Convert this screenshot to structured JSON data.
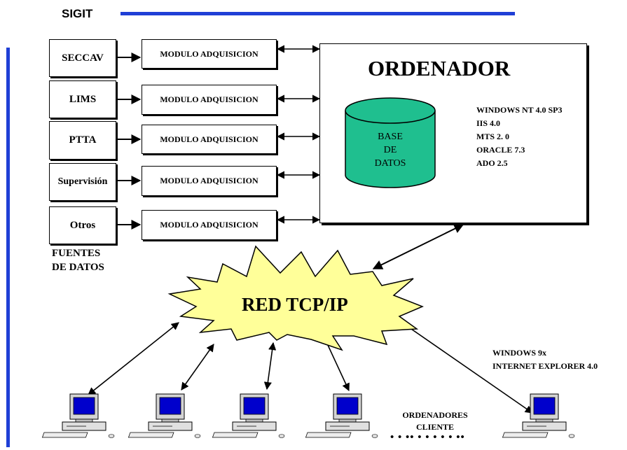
{
  "title": "SIGIT",
  "sources": [
    "SECCAV",
    "LIMS",
    "PTTA",
    "Supervisión",
    "Otros"
  ],
  "module_label": "MODULO ADQUISICION",
  "sources_caption": [
    "FUENTES",
    "DE DATOS"
  ],
  "server": {
    "title": "ORDENADOR",
    "db_lines": [
      "BASE",
      "DE",
      "DATOS"
    ],
    "software": [
      "WINDOWS NT 4.0 SP3",
      "IIS 4.0",
      "MTS 2. 0",
      "ORACLE 7.3",
      "ADO 2.5"
    ]
  },
  "network": {
    "label": "RED TCP/IP"
  },
  "clients": {
    "caption": [
      "ORDENADORES",
      "CLIENTE"
    ],
    "dots": "• • •• • • • • • ••",
    "client_software": [
      "WINDOWS 9x",
      "INTERNET EXPLORER 4.0"
    ]
  },
  "colors": {
    "blue_line": "#1f3fd6",
    "db": "#1fbf8f",
    "cloud": "#ffff99",
    "screen": "#0000cc"
  }
}
